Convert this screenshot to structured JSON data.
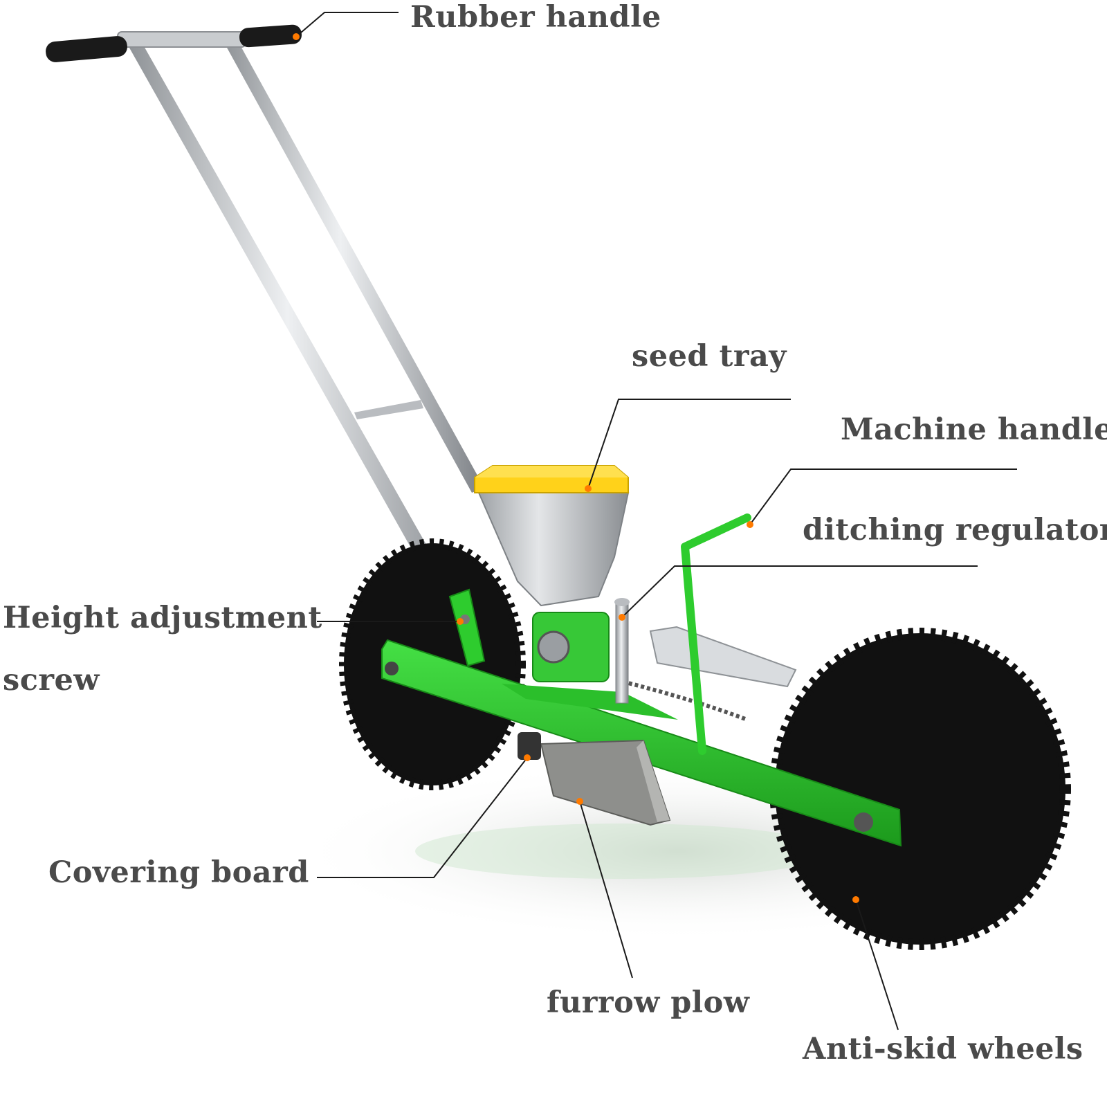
{
  "diagram": {
    "labels": {
      "rubber_handle": "Rubber handle",
      "seed_tray": "seed tray",
      "machine_handle": "Machine handle",
      "ditching_regulator": "ditching regulator",
      "height_adjustment_screw": {
        "line1": "Height adjustment",
        "line2": "screw"
      },
      "covering_board": "Covering board",
      "furrow_plow": "furrow plow",
      "anti_skid_wheels": "Anti-skid wheels"
    },
    "colors": {
      "frame": "#2ecc2e",
      "frame_dark": "#1f9e1f",
      "tire": "#111111",
      "handle_steel": "#c8cbcf",
      "grip": "#1a1a1a",
      "tray_lid": "#ffd21a",
      "hopper": "#b9bcc0",
      "leader_line": "#1a1a1a",
      "marker_dot": "#ff7a00",
      "label_text": "#4a4a4a"
    }
  }
}
